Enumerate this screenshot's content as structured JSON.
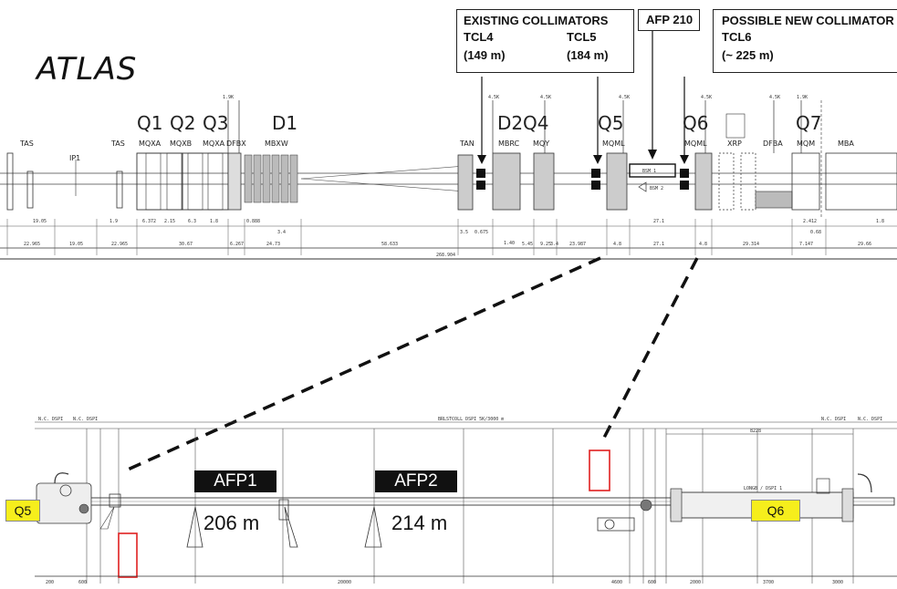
{
  "top": {
    "atlas": "ATLAS",
    "boxes": {
      "existing_title": "EXISTING COLLIMATORS",
      "tcl4": "TCL4",
      "tcl4_pos": "(149 m)",
      "tcl5": "TCL5",
      "tcl5_pos": "(184 m)",
      "afp210": "AFP 210",
      "new_title": "POSSIBLE NEW COLLIMATOR",
      "tcl6": "TCL6",
      "tcl6_pos": "(~ 225 m)"
    },
    "big_labels": [
      "Q1",
      "Q2",
      "Q3",
      "D1",
      "D2",
      "Q4",
      "Q5",
      "Q6",
      "Q7"
    ],
    "small_labels": [
      "TAS",
      "IP1",
      "TAS",
      "MQXA",
      "MQXB",
      "MQXA",
      "DFBX",
      "MBXW",
      "TAN",
      "MBRC",
      "MQY",
      "MQML",
      "MQML",
      "XRP",
      "DFBA",
      "MQM",
      "MBA",
      "1.9K",
      "4.5K",
      "4.5K",
      "4.5K",
      "4.5K",
      "4.5K",
      "1.9K",
      "BSM 1",
      "BSM 2"
    ],
    "dims_row1": [
      "19.05",
      "1.9",
      "6.372",
      "2.15",
      "6.3",
      "1.8",
      "0.888",
      "3.4",
      "3.5",
      "0.675",
      "1.40",
      "27.1",
      "2.412",
      "1.8"
    ],
    "dims_row2": [
      "22.965",
      "19.05",
      "22.965",
      "30.67",
      "6.267",
      "24.73",
      "58.633",
      "5.45",
      "9.25",
      "3.4",
      "23.987",
      "4.8",
      "27.1",
      "4.8",
      "29.314",
      "7.147",
      "0.68",
      "29.66"
    ],
    "total": "268.904"
  },
  "bottom": {
    "q5": "Q5",
    "q6": "Q6",
    "afp1": "AFP1",
    "afp2": "AFP2",
    "afp1_dist": "206 m",
    "afp2_dist": "214 m",
    "header_texts": [
      "N.C. DSPI",
      "N.C. DSPI",
      "BRLSTCOLL DSPI 5K/3000 m",
      "N.C. DSPI",
      "N.C. DSPI"
    ],
    "dims": [
      "200",
      "600",
      "20000",
      "4600",
      "600",
      "2000",
      "3700",
      "3000"
    ],
    "span_label": "8228",
    "cryo_label": "LONGB / DSPI 1"
  },
  "colors": {
    "accent_yellow": "#f6ee1c",
    "afp_label_bg": "#111111",
    "red_marker": "#e02020"
  }
}
